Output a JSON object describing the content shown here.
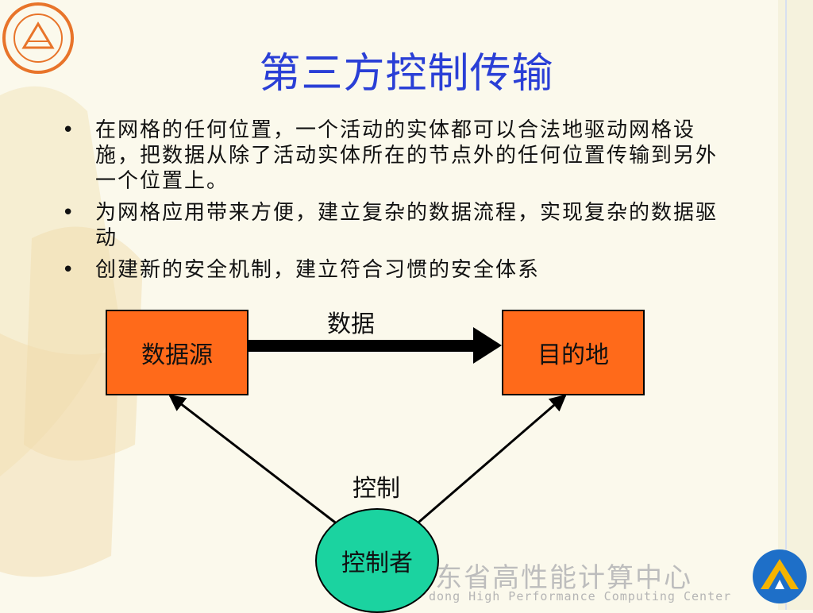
{
  "title": "第三方控制传输",
  "bullets": [
    "在网格的任何位置，一个活动的实体都可以合法地驱动网格设施，把数据从除了活动实体所在的节点外的任何位置传输到另外一个位置上。",
    "为网格应用带来方便，建立复杂的数据流程，实现复杂的数据驱动",
    "创建新的安全机制，建立符合习惯的安全体系"
  ],
  "bullet_glyph": "•",
  "diagram": {
    "source_label": "数据源",
    "target_label": "目的地",
    "controller_label": "控制者",
    "data_edge_label": "数据",
    "control_edge_label": "控制"
  },
  "footer": {
    "org_text": "东省高性能计算中心",
    "org_subtext": "dong High Performance Computing Center"
  },
  "colors": {
    "title": "#2a3fd6",
    "box_fill": "#ff6a1a",
    "circle_fill": "#1bd3a0",
    "seal": "#e8742a",
    "logo": "#1e6fc8"
  },
  "icons": {
    "top_left_logo": "university-seal-icon",
    "bottom_right_logo": "hpc-center-logo-icon"
  }
}
